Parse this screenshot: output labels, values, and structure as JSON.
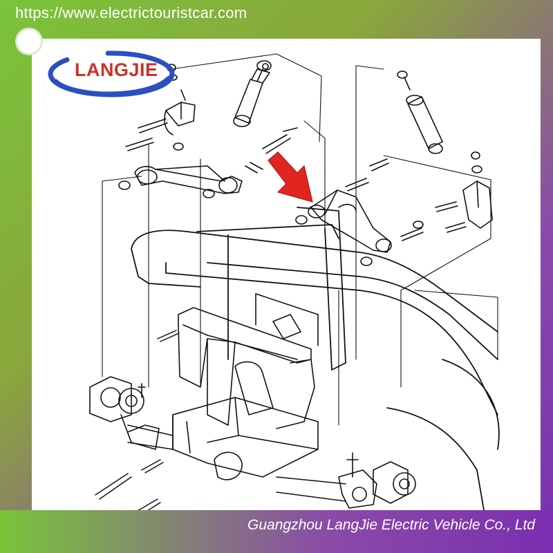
{
  "header": {
    "url": "https://www.electrictouristcar.com"
  },
  "logo": {
    "text": "LANGJIE"
  },
  "footer": {
    "company": "Guangzhou LangJie Electric Vehicle Co., Ltd"
  },
  "colors": {
    "brand_red": "#c8322a",
    "brand_blue": "#2a4fbf",
    "arrow_red": "#e0261e",
    "frame_green": "#7ac43a",
    "frame_purple": "#7a2fb0"
  }
}
